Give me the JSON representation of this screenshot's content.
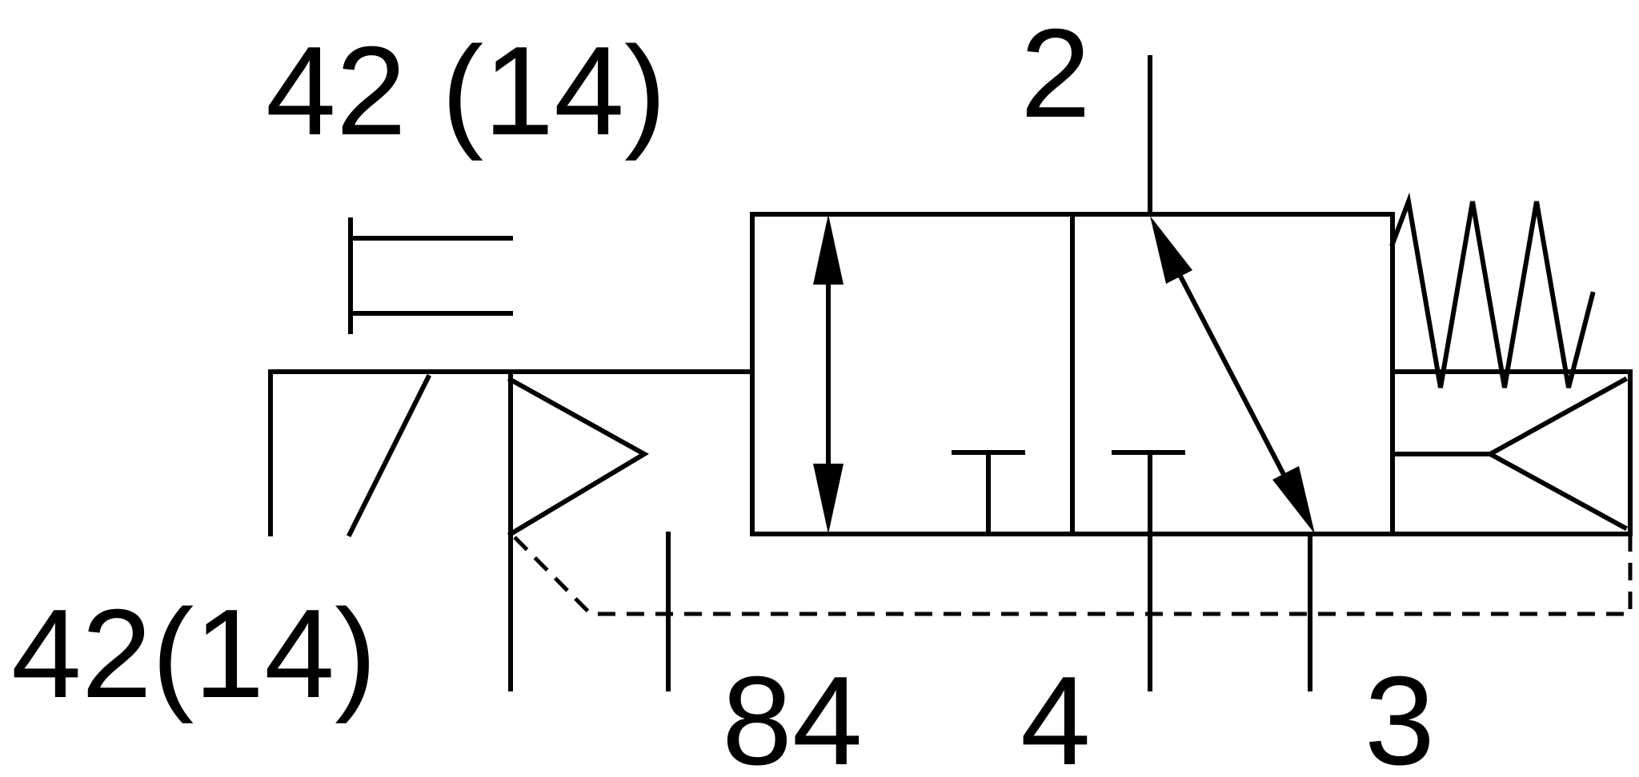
{
  "labels": {
    "pilot_top": "42 (14)",
    "pilot_bottom": "42(14)",
    "port_2": "2",
    "port_84": "84",
    "port_4": "4",
    "port_3": "3"
  }
}
